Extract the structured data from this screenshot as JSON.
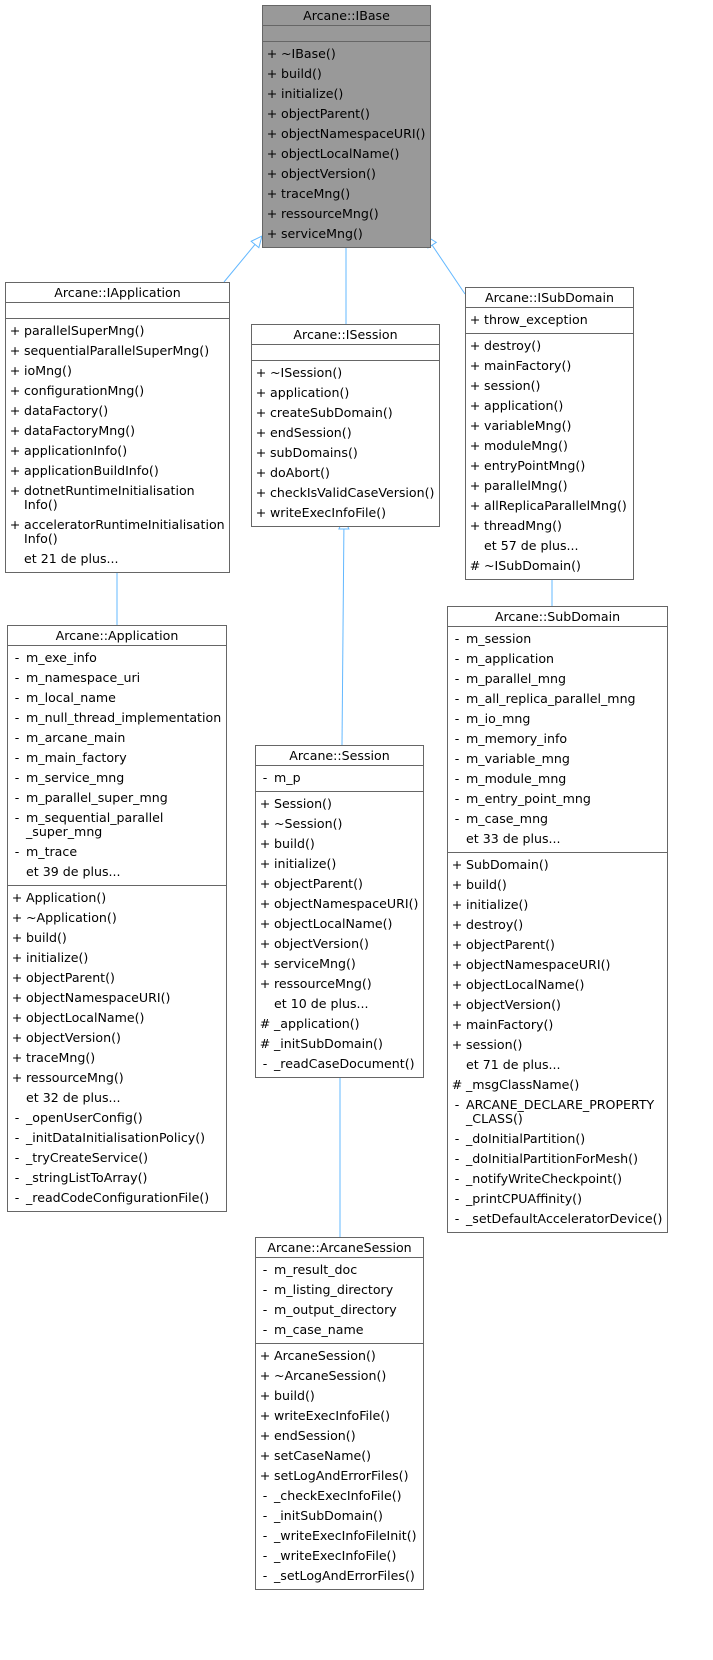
{
  "colors": {
    "border": "#666666",
    "edge": "#63b8ff",
    "highlight": "#999999"
  },
  "classes": {
    "ibase": {
      "title": "Arcane::IBase",
      "sections": [
        [],
        [
          {
            "v": "+",
            "t": "~IBase()"
          },
          {
            "v": "+",
            "t": "build()"
          },
          {
            "v": "+",
            "t": "initialize()"
          },
          {
            "v": "+",
            "t": "objectParent()"
          },
          {
            "v": "+",
            "t": "objectNamespaceURI()"
          },
          {
            "v": "+",
            "t": "objectLocalName()"
          },
          {
            "v": "+",
            "t": "objectVersion()"
          },
          {
            "v": "+",
            "t": "traceMng()"
          },
          {
            "v": "+",
            "t": "ressourceMng()"
          },
          {
            "v": "+",
            "t": "serviceMng()"
          }
        ]
      ]
    },
    "iapplication": {
      "title": "Arcane::IApplication",
      "sections": [
        [],
        [
          {
            "v": "+",
            "t": "parallelSuperMng()"
          },
          {
            "v": "+",
            "t": "sequentialParallelSuperMng()"
          },
          {
            "v": "+",
            "t": "ioMng()"
          },
          {
            "v": "+",
            "t": "configurationMng()"
          },
          {
            "v": "+",
            "t": "dataFactory()"
          },
          {
            "v": "+",
            "t": "dataFactoryMng()"
          },
          {
            "v": "+",
            "t": "applicationInfo()"
          },
          {
            "v": "+",
            "t": "applicationBuildInfo()"
          },
          {
            "v": "+",
            "t": "dotnetRuntimeInitialisation Info()"
          },
          {
            "v": "+",
            "t": "acceleratorRuntimeInitialisation Info()"
          },
          {
            "v": "",
            "t": "et 21 de plus..."
          }
        ]
      ]
    },
    "isession": {
      "title": "Arcane::ISession",
      "sections": [
        [],
        [
          {
            "v": "+",
            "t": "~ISession()"
          },
          {
            "v": "+",
            "t": "application()"
          },
          {
            "v": "+",
            "t": "createSubDomain()"
          },
          {
            "v": "+",
            "t": "endSession()"
          },
          {
            "v": "+",
            "t": "subDomains()"
          },
          {
            "v": "+",
            "t": "doAbort()"
          },
          {
            "v": "+",
            "t": "checkIsValidCaseVersion()"
          },
          {
            "v": "+",
            "t": "writeExecInfoFile()"
          }
        ]
      ]
    },
    "isubdomain": {
      "title": "Arcane::ISubDomain",
      "sections": [
        [
          {
            "v": "+",
            "t": "throw_exception"
          }
        ],
        [
          {
            "v": "+",
            "t": "destroy()"
          },
          {
            "v": "+",
            "t": "mainFactory()"
          },
          {
            "v": "+",
            "t": "session()"
          },
          {
            "v": "+",
            "t": "application()"
          },
          {
            "v": "+",
            "t": "variableMng()"
          },
          {
            "v": "+",
            "t": "moduleMng()"
          },
          {
            "v": "+",
            "t": "entryPointMng()"
          },
          {
            "v": "+",
            "t": "parallelMng()"
          },
          {
            "v": "+",
            "t": "allReplicaParallelMng()"
          },
          {
            "v": "+",
            "t": "threadMng()"
          },
          {
            "v": "",
            "t": "et 57 de plus..."
          },
          {
            "v": "#",
            "t": "~ISubDomain()"
          }
        ]
      ]
    },
    "application": {
      "title": "Arcane::Application",
      "sections": [
        [
          {
            "v": "-",
            "t": "m_exe_info"
          },
          {
            "v": "-",
            "t": "m_namespace_uri"
          },
          {
            "v": "-",
            "t": "m_local_name"
          },
          {
            "v": "-",
            "t": "m_null_thread_implementation"
          },
          {
            "v": "-",
            "t": "m_arcane_main"
          },
          {
            "v": "-",
            "t": "m_main_factory"
          },
          {
            "v": "-",
            "t": "m_service_mng"
          },
          {
            "v": "-",
            "t": "m_parallel_super_mng"
          },
          {
            "v": "-",
            "t": "m_sequential_parallel _super_mng"
          },
          {
            "v": "-",
            "t": "m_trace"
          },
          {
            "v": "",
            "t": "et 39 de plus..."
          }
        ],
        [
          {
            "v": "+",
            "t": "Application()"
          },
          {
            "v": "+",
            "t": "~Application()"
          },
          {
            "v": "+",
            "t": "build()"
          },
          {
            "v": "+",
            "t": "initialize()"
          },
          {
            "v": "+",
            "t": "objectParent()"
          },
          {
            "v": "+",
            "t": "objectNamespaceURI()"
          },
          {
            "v": "+",
            "t": "objectLocalName()"
          },
          {
            "v": "+",
            "t": "objectVersion()"
          },
          {
            "v": "+",
            "t": "traceMng()"
          },
          {
            "v": "+",
            "t": "ressourceMng()"
          },
          {
            "v": "",
            "t": "et 32 de plus..."
          },
          {
            "v": "-",
            "t": "_openUserConfig()"
          },
          {
            "v": "-",
            "t": "_initDataInitialisationPolicy()"
          },
          {
            "v": "-",
            "t": "_tryCreateService()"
          },
          {
            "v": "-",
            "t": "_stringListToArray()"
          },
          {
            "v": "-",
            "t": "_readCodeConfigurationFile()"
          }
        ]
      ]
    },
    "session": {
      "title": "Arcane::Session",
      "sections": [
        [
          {
            "v": "-",
            "t": "m_p"
          }
        ],
        [
          {
            "v": "+",
            "t": "Session()"
          },
          {
            "v": "+",
            "t": "~Session()"
          },
          {
            "v": "+",
            "t": "build()"
          },
          {
            "v": "+",
            "t": "initialize()"
          },
          {
            "v": "+",
            "t": "objectParent()"
          },
          {
            "v": "+",
            "t": "objectNamespaceURI()"
          },
          {
            "v": "+",
            "t": "objectLocalName()"
          },
          {
            "v": "+",
            "t": "objectVersion()"
          },
          {
            "v": "+",
            "t": "serviceMng()"
          },
          {
            "v": "+",
            "t": "ressourceMng()"
          },
          {
            "v": "",
            "t": "et 10 de plus..."
          },
          {
            "v": "#",
            "t": "_application()"
          },
          {
            "v": "#",
            "t": "_initSubDomain()"
          },
          {
            "v": "-",
            "t": "_readCaseDocument()"
          }
        ]
      ]
    },
    "subdomain": {
      "title": "Arcane::SubDomain",
      "sections": [
        [
          {
            "v": "-",
            "t": "m_session"
          },
          {
            "v": "-",
            "t": "m_application"
          },
          {
            "v": "-",
            "t": "m_parallel_mng"
          },
          {
            "v": "-",
            "t": "m_all_replica_parallel_mng"
          },
          {
            "v": "-",
            "t": "m_io_mng"
          },
          {
            "v": "-",
            "t": "m_memory_info"
          },
          {
            "v": "-",
            "t": "m_variable_mng"
          },
          {
            "v": "-",
            "t": "m_module_mng"
          },
          {
            "v": "-",
            "t": "m_entry_point_mng"
          },
          {
            "v": "-",
            "t": "m_case_mng"
          },
          {
            "v": "",
            "t": "et 33 de plus..."
          }
        ],
        [
          {
            "v": "+",
            "t": "SubDomain()"
          },
          {
            "v": "+",
            "t": "build()"
          },
          {
            "v": "+",
            "t": "initialize()"
          },
          {
            "v": "+",
            "t": "destroy()"
          },
          {
            "v": "+",
            "t": "objectParent()"
          },
          {
            "v": "+",
            "t": "objectNamespaceURI()"
          },
          {
            "v": "+",
            "t": "objectLocalName()"
          },
          {
            "v": "+",
            "t": "objectVersion()"
          },
          {
            "v": "+",
            "t": "mainFactory()"
          },
          {
            "v": "+",
            "t": "session()"
          },
          {
            "v": "",
            "t": "et 71 de plus..."
          },
          {
            "v": "#",
            "t": "_msgClassName()"
          },
          {
            "v": "-",
            "t": "ARCANE_DECLARE_PROPERTY _CLASS()"
          },
          {
            "v": "-",
            "t": "_doInitialPartition()"
          },
          {
            "v": "-",
            "t": "_doInitialPartitionForMesh()"
          },
          {
            "v": "-",
            "t": "_notifyWriteCheckpoint()"
          },
          {
            "v": "-",
            "t": "_printCPUAffinity()"
          },
          {
            "v": "-",
            "t": "_setDefaultAcceleratorDevice()"
          }
        ]
      ]
    },
    "arcanesession": {
      "title": "Arcane::ArcaneSession",
      "sections": [
        [
          {
            "v": "-",
            "t": "m_result_doc"
          },
          {
            "v": "-",
            "t": "m_listing_directory"
          },
          {
            "v": "-",
            "t": "m_output_directory"
          },
          {
            "v": "-",
            "t": "m_case_name"
          }
        ],
        [
          {
            "v": "+",
            "t": "ArcaneSession()"
          },
          {
            "v": "+",
            "t": "~ArcaneSession()"
          },
          {
            "v": "+",
            "t": "build()"
          },
          {
            "v": "+",
            "t": "writeExecInfoFile()"
          },
          {
            "v": "+",
            "t": "endSession()"
          },
          {
            "v": "+",
            "t": "setCaseName()"
          },
          {
            "v": "+",
            "t": "setLogAndErrorFiles()"
          },
          {
            "v": "-",
            "t": "_checkExecInfoFile()"
          },
          {
            "v": "-",
            "t": "_initSubDomain()"
          },
          {
            "v": "-",
            "t": "_writeExecInfoFileInit()"
          },
          {
            "v": "-",
            "t": "_writeExecInfoFile()"
          },
          {
            "v": "-",
            "t": "_setLogAndErrorFiles()"
          }
        ]
      ]
    }
  },
  "edges": [
    {
      "from": "iapplication",
      "to": "ibase"
    },
    {
      "from": "isession",
      "to": "ibase"
    },
    {
      "from": "isubdomain",
      "to": "ibase"
    },
    {
      "from": "application",
      "to": "iapplication"
    },
    {
      "from": "session",
      "to": "isession"
    },
    {
      "from": "arcanesession",
      "to": "session"
    },
    {
      "from": "subdomain",
      "to": "isubdomain"
    }
  ]
}
